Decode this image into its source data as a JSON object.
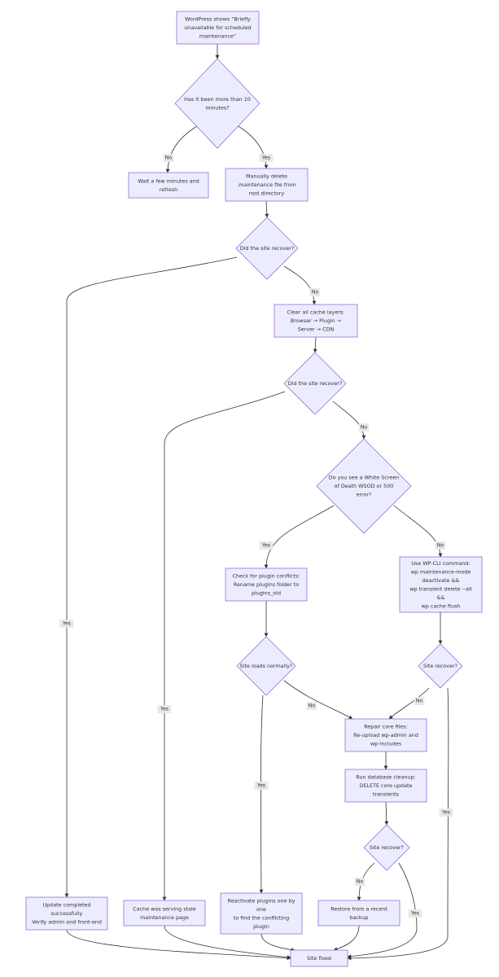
{
  "nodes": {
    "start": [
      "WordPress shows “Briefly",
      "unavailable for scheduled",
      "maintenance”"
    ],
    "q_10min": [
      "Has it been more than 10",
      "minutes?"
    ],
    "wait": [
      "Wait a few minutes and",
      "refresh"
    ],
    "delete_file": [
      "Manually delete",
      ".maintenance file from",
      "root directory"
    ],
    "q_recover1": [
      "Did the site recover?"
    ],
    "clear_cache": [
      "Clear all cache layers:",
      "Browser → Plugin →",
      "Server → CDN"
    ],
    "q_recover2": [
      "Did the site recover?"
    ],
    "q_wsod": [
      "Do you see a White Screen",
      "of Death WSOD or 500",
      "error?"
    ],
    "plugins": [
      "Check for plugin conflicts:",
      "Rename plugins folder to",
      "plugins_old"
    ],
    "wpcli": [
      "Use WP-CLI command:",
      "wp maintenance-mode",
      "deactivate &&",
      "wp transient delete --all",
      "&&",
      "wp cache flush"
    ],
    "q_loads": [
      "Site loads normally?"
    ],
    "q_recover3": [
      "Site recover?"
    ],
    "repair": [
      "Repair core files:",
      "Re-upload wp-admin and",
      "wp-includes"
    ],
    "db": [
      "Run database cleanup:",
      "DELETE core update",
      "transients"
    ],
    "q_recover4": [
      "Site recover?"
    ],
    "update_ok": [
      "Update completed",
      "successfully",
      "Verify admin and front-end"
    ],
    "cache_stale": [
      "Cache was serving stale",
      "maintenance page"
    ],
    "reactivate": [
      "Reactivate plugins one by",
      "one",
      "to find the conflicting",
      "plugin"
    ],
    "backup": [
      "Restore from a recent",
      "backup"
    ],
    "fixed": [
      "Site fixed"
    ]
  },
  "edge_labels": {
    "no": "No",
    "yes": "Yes"
  }
}
